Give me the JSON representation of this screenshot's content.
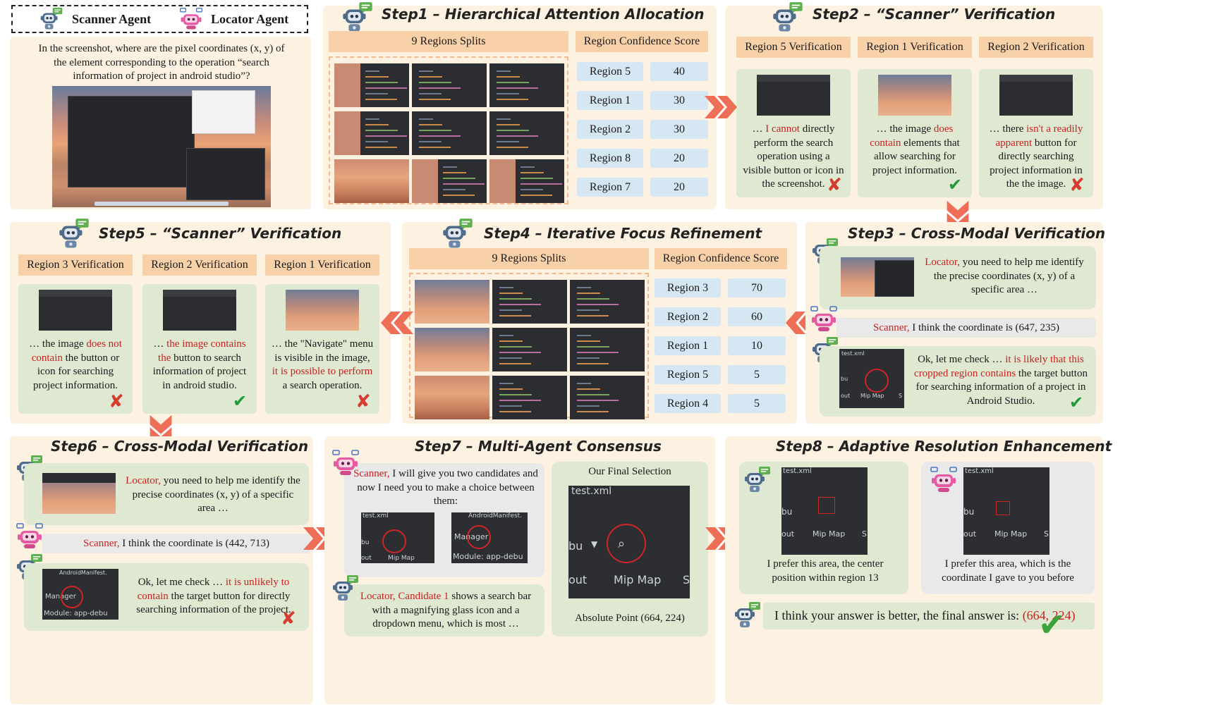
{
  "legend": {
    "scanner": "Scanner Agent",
    "locator": "Locator Agent"
  },
  "question": "In the screenshot, where are the pixel coordinates (x, y) of the element corresponding to the operation “search information of project in android studio”?",
  "step1": {
    "title": "Step1 – Hierarchical Attention Allocation",
    "splits_label": "9 Regions Splits",
    "score_label": "Region Confidence Score",
    "regions": [
      {
        "name": "Region 5",
        "score": "40"
      },
      {
        "name": "Region 1",
        "score": "30"
      },
      {
        "name": "Region 2",
        "score": "30"
      },
      {
        "name": "Region 8",
        "score": "20"
      },
      {
        "name": "Region 7",
        "score": "20"
      }
    ]
  },
  "step2": {
    "title": "Step2 – “Scanner” Verification",
    "cols": [
      {
        "header": "Region 5 Verification",
        "pre": "… ",
        "red": "I cannot",
        "post": " directly perform the search operation using a visible button or icon in the screenshot."
      },
      {
        "header": "Region 1 Verification",
        "pre": "… the image ",
        "red": "does contain",
        "post": " elements that allow searching for project information."
      },
      {
        "header": "Region 2 Verification",
        "pre": "… there ",
        "red": "isn't a readily apparent",
        "post": " button for directly searching project information in the the image."
      }
    ]
  },
  "step3": {
    "title": "Step3 – Cross-Modal Verification",
    "locator_red": "Locator,",
    "locator_text": " you need to help me identify the precise coordinates (x, y) of a specific area …",
    "scanner_red": "Scanner,",
    "scanner_text": " I think the coordinate is (647, 235)",
    "reply_pre": "Ok, let me check … ",
    "reply_red": "it is likely that this cropped region contains",
    "reply_post": " the target button for searching information of a project in Android Studio.",
    "crop_labels": {
      "file": "test.xml",
      "bu": "bu",
      "out": "out",
      "mip": "Mip Map",
      "s": "S"
    }
  },
  "step4": {
    "title": "Step4 – Iterative Focus Refinement",
    "splits_label": "9 Regions Splits",
    "score_label": "Region Confidence Score",
    "regions": [
      {
        "name": "Region 3",
        "score": "70"
      },
      {
        "name": "Region 2",
        "score": "60"
      },
      {
        "name": "Region 1",
        "score": "10"
      },
      {
        "name": "Region 5",
        "score": "5"
      },
      {
        "name": "Region 4",
        "score": "5"
      }
    ]
  },
  "step5": {
    "title": "Step5 – “Scanner” Verification",
    "cols": [
      {
        "header": "Region 3 Verification",
        "pre": "… the image ",
        "red": "does not contain",
        "post": " the button or icon for searching project information."
      },
      {
        "header": "Region 2 Verification",
        "pre": "… ",
        "red": "the image contains the",
        "post": " button to search information of project in android studio."
      },
      {
        "header": "Region 1 Verification",
        "pre": "… the \"Navigate\" menu is visible in the image, ",
        "red": "it is possible to perform",
        "post": " a search operation."
      }
    ]
  },
  "step6": {
    "title": "Step6 – Cross-Modal Verification",
    "locator_red": "Locator,",
    "locator_text": " you need to help me identify the precise coordinates (x, y) of a specific area …",
    "scanner_red": "Scanner,",
    "scanner_text": " I think the coordinate is (442, 713)",
    "reply_pre": "Ok, let me check … ",
    "reply_red": "it is unlikely to contain",
    "reply_post": " the target button for directly searching information of the project.",
    "crop_labels": {
      "top": "AndroidManifest.",
      "mgr": "Manager",
      "mod": "Module: app-debu"
    }
  },
  "step7": {
    "title": "Step7 – Multi-Agent Consensus",
    "scanner_red": "Scanner,",
    "scanner_text": " I will give you two candidates and now I need you to make a choice between them:",
    "locator_red": "Locator, Candidate 1",
    "locator_text": " shows a search bar with a magnifying glass icon and a dropdown menu, which is most …",
    "final_title": "Our Final Selection",
    "final_point": "Absolute Point (664, 224)",
    "labels": {
      "file": "test.xml",
      "bu": "bu",
      "out": "out",
      "mip": "Mip Map",
      "s": "S",
      "top": "AndroidManifest.",
      "mgr": "Manager",
      "mod": "Module: app-debu"
    }
  },
  "step8": {
    "title": "Step8 – Adaptive Resolution Enhancement",
    "left_text": "I prefer this area, the center position within region 13",
    "right_text": "I prefer this area, which is the coordinate I gave to you before",
    "final_pre": "I think your answer is better, the final answer is: ",
    "final_red": "(664, 224)",
    "labels": {
      "file": "test.xml",
      "bu": "bu",
      "out": "out",
      "mip": "Mip Map",
      "s": "S"
    }
  },
  "colors": {
    "panel": "#fdf1e1",
    "header": "#f8d1a9",
    "region": "#d6e7f4",
    "card": "#dfe9d2",
    "grey": "#e9e9e9",
    "red": "#cc1f1f",
    "arrow": "#ef6e58",
    "tick": "#1e9a3a"
  },
  "icons": {
    "scanner": "robot-scanner-icon",
    "locator": "robot-locator-icon",
    "tick": "check-icon",
    "cross": "cross-icon",
    "arrow": "double-chevron-arrow"
  }
}
